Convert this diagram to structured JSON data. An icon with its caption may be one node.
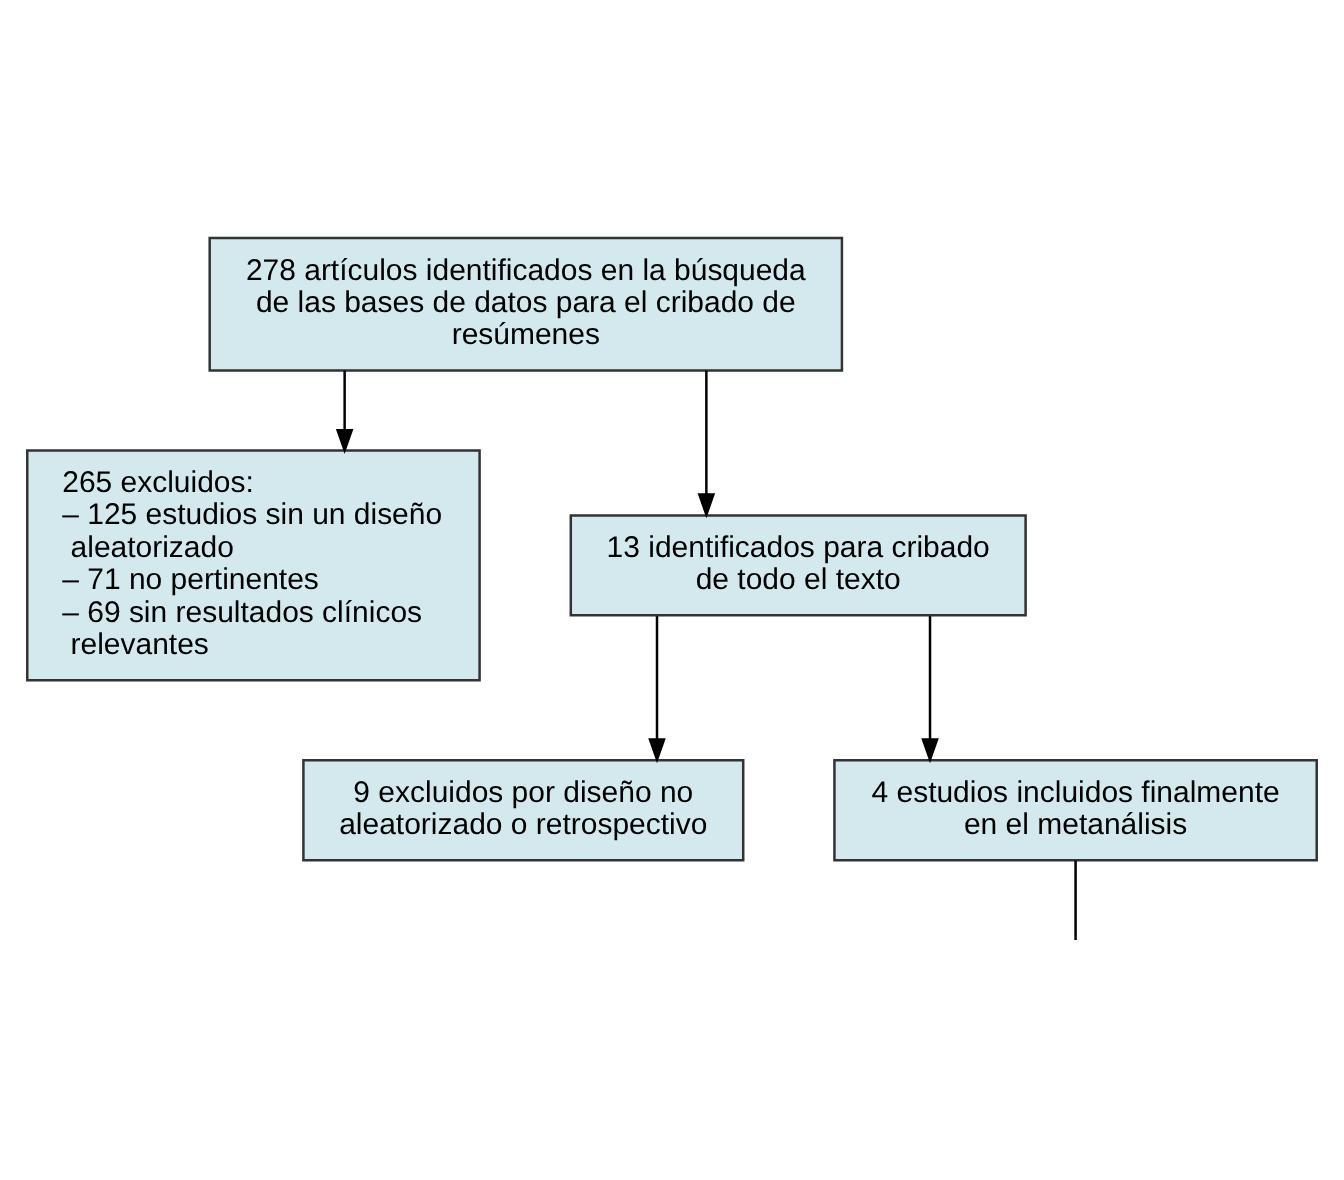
{
  "diagram": {
    "nodes": [
      {
        "text": [
          "278 artículos identificados en la búsqueda de las bases de datos para el cribado de resúmenes"
        ]
      },
      {
        "text": [
          "265 excluidos:",
          "– 125 estudios sin un diseño aleatorizado",
          "– 71 no pertinentes",
          "– 69 sin resultados clínicos relevantes"
        ]
      },
      {
        "text": [
          "13 identificados para cribado de todo el texto"
        ]
      },
      {
        "text": [
          "9 excluidos por diseño no aleatorizado o retrospectivo"
        ]
      },
      {
        "text": [
          "4 estudios incluidos finalmente en el metanálisis"
        ]
      }
    ],
    "edges": [
      {
        "from": 0,
        "to": 1,
        "arrow": "to"
      },
      {
        "from": 0,
        "to": 2,
        "arrow": "to"
      },
      {
        "from": 2,
        "to": 3,
        "arrow": "to"
      },
      {
        "from": 2,
        "to": 4,
        "arrow": "to"
      },
      {
        "from": 4,
        "to": null,
        "arrow": "none"
      }
    ]
  }
}
